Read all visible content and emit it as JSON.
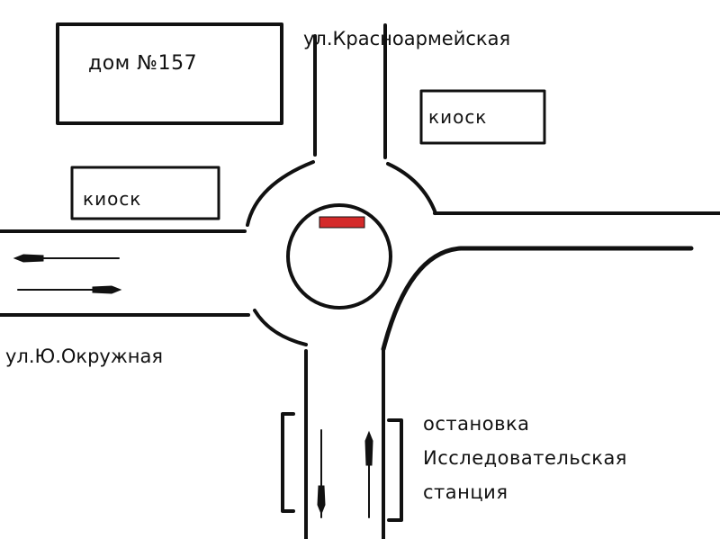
{
  "colors": {
    "line": "#111111",
    "marker": "#d42a2a",
    "background": "#ffffff"
  },
  "buildings": {
    "house_label": "дом №157",
    "kiosk_right_label": "киоск",
    "kiosk_left_label": "киоск"
  },
  "streets": {
    "north": "ул.Красноармейская",
    "west": "ул.Ю.Окружная"
  },
  "bus_stop": {
    "line1": "остановка",
    "line2": "Исследовательская",
    "line3": "станция"
  }
}
